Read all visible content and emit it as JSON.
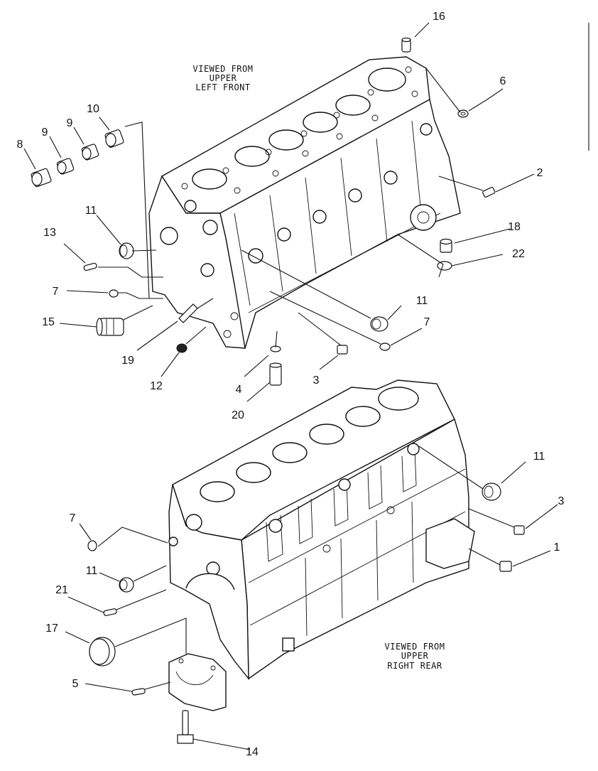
{
  "views": {
    "upper": [
      "VIEWED FROM",
      "UPPER",
      "LEFT FRONT"
    ],
    "lower": [
      "VIEWED FROM",
      "UPPER",
      "RIGHT REAR"
    ]
  },
  "callouts": [
    "16",
    "6",
    "2",
    "18",
    "22",
    "10",
    "9",
    "9",
    "8",
    "11",
    "13",
    "7",
    "15",
    "19",
    "12",
    "4",
    "20",
    "3",
    "11",
    "7",
    "11",
    "3",
    "1",
    "7",
    "11",
    "21",
    "17",
    "5",
    "14"
  ]
}
